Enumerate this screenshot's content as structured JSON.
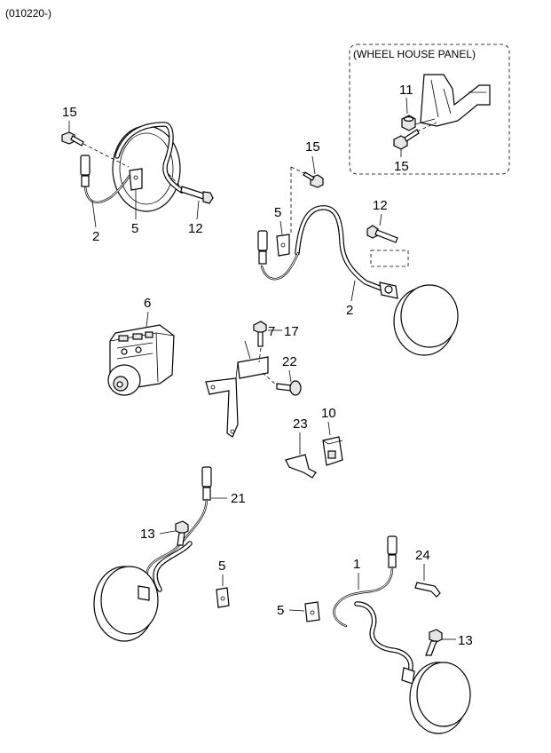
{
  "header": {
    "code": "(010220-)"
  },
  "inset": {
    "title": "(WHEEL HOUSE PANEL)"
  },
  "callouts": {
    "front_left_bolt": "15",
    "front_left_sensor": "2",
    "front_left_bracket": "5",
    "front_left_screw": "12",
    "front_right_bolt": "15",
    "front_right_bracket": "5",
    "front_right_screw": "12",
    "front_right_sensor": "2",
    "inset_nut": "11",
    "inset_bolt": "15",
    "hecu": "6",
    "bracket_assy": "7",
    "bracket_bolt": "17",
    "bracket_mount": "22",
    "relay_bracket": "23",
    "relay": "10",
    "rear_left_sensor": "21",
    "rear_left_bolt": "13",
    "rear_left_clip": "5",
    "rear_right_sensor": "1",
    "rear_right_clip": "24",
    "rear_right_bracket": "5",
    "rear_right_bolt": "13"
  }
}
